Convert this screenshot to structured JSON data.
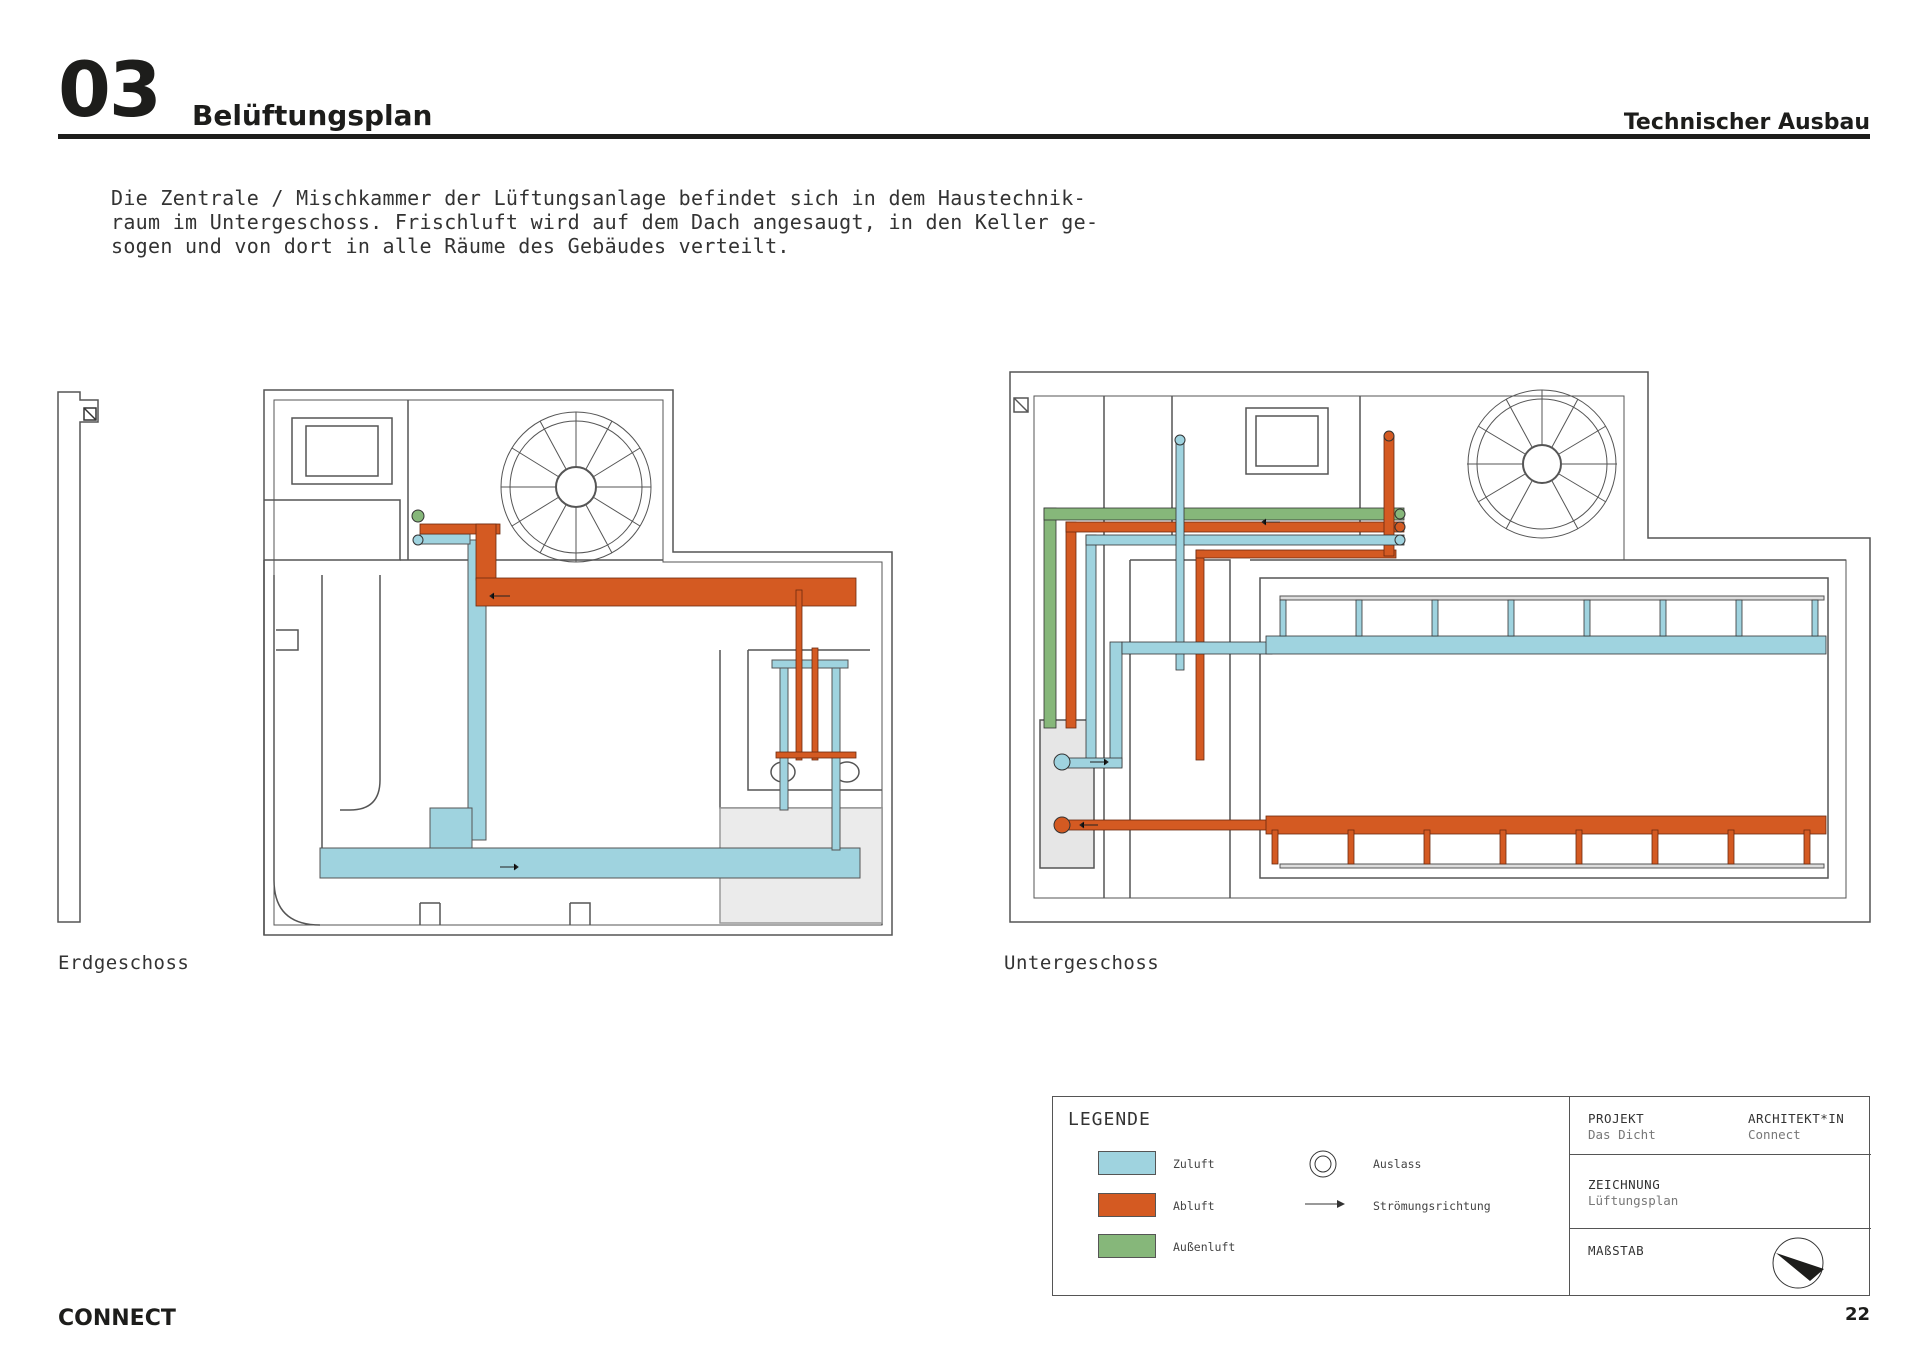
{
  "header": {
    "chapter_number": "03",
    "chapter_title": "Belüftungsplan",
    "section": "Technischer Ausbau"
  },
  "intro": {
    "lines": [
      "Die Zentrale / Mischkammer der Lüftungsanlage befindet sich in dem Haustechnik-",
      "raum im Untergeschoss. Frischluft wird auf dem Dach angesaugt, in den Keller ge-",
      "sogen und von dort in alle Räume des Gebäudes verteilt."
    ]
  },
  "plans": {
    "ground": {
      "label": "Erdgeschoss"
    },
    "basement": {
      "label": "Untergeschoss"
    }
  },
  "colors": {
    "zuluft": "#9fd3df",
    "abluft": "#d45a22",
    "aussenluft": "#86b77a",
    "wall": "#555555"
  },
  "legend": {
    "title": "LEGENDE",
    "items": {
      "zuluft": "Zuluft",
      "abluft": "Abluft",
      "aussenluft": "Außenluft",
      "auslass": "Auslass",
      "stroemung": "Strömungsrichtung"
    }
  },
  "title_block": {
    "projekt_label": "PROJEKT",
    "projekt_value": "Das Dicht",
    "architekt_label": "ARCHITEKT*IN",
    "architekt_value": "Connect",
    "zeichnung_label": "ZEICHNUNG",
    "zeichnung_value": "Lüftungsplan",
    "massstab_label": "MAßSTAB"
  },
  "footer": {
    "brand": "CONNECT",
    "page": "22"
  }
}
